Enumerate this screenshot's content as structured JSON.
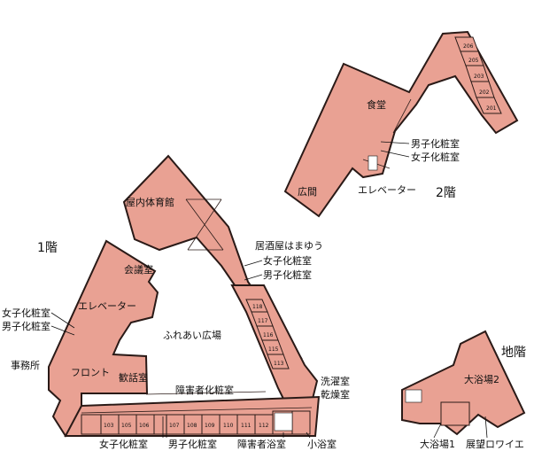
{
  "floors": {
    "f1": "1階",
    "f2": "2階",
    "b1": "地階"
  },
  "labels": {
    "indoor_gym": "屋内体育館",
    "izakaya": "居酒屋はまゆう",
    "conference": "会議室",
    "elevator_1f": "エレベーター",
    "fureai": "ふれあい広場",
    "front": "フロント",
    "office": "事務所",
    "lounge": "歓話室",
    "accessible_wc": "障害者化粧室",
    "laundry": "洗濯室",
    "drying": "乾燥室",
    "women_wc_1f_left": "女子化粧室",
    "men_wc_1f_left": "男子化粧室",
    "women_wc_1f_mid": "女子化粧室",
    "men_wc_1f_mid": "男子化粧室",
    "women_wc_1f_bottom": "女子化粧室",
    "men_wc_1f_bottom": "男子化粧室",
    "accessible_bath": "障害者浴室",
    "small_bath": "小浴室",
    "dining": "食堂",
    "hiroma": "広間",
    "men_wc_2f": "男子化粧室",
    "women_wc_2f": "女子化粧室",
    "elevator_2f": "エレベーター",
    "bath1": "大浴場1",
    "bath2": "大浴場2",
    "foyer": "展望ロワイエ"
  },
  "room_numbers": {
    "bottom_row": [
      "103",
      "105",
      "106",
      "107",
      "108",
      "109",
      "110",
      "111",
      "112"
    ],
    "right_wing": [
      "113",
      "115",
      "116",
      "117",
      "118"
    ],
    "second_floor": [
      "201",
      "202",
      "203",
      "205",
      "206"
    ]
  },
  "colors": {
    "room_fill": "#e9a193",
    "wall": "#2a1a17"
  }
}
